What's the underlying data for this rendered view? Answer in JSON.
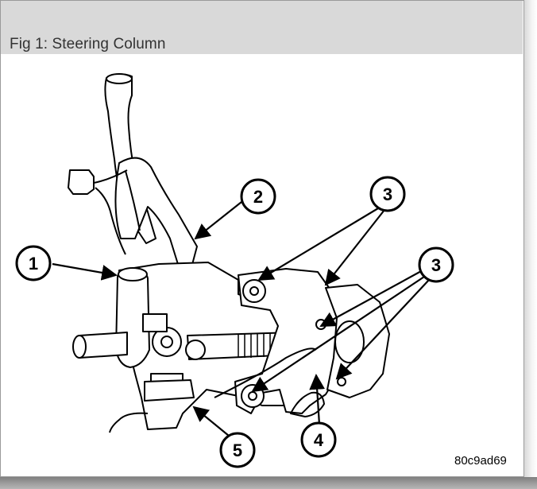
{
  "figure": {
    "title": "Fig 1: Steering Column",
    "code": "80c9ad69"
  },
  "callouts": [
    {
      "id": "1",
      "label": "1"
    },
    {
      "id": "2",
      "label": "2"
    },
    {
      "id": "3a",
      "label": "3"
    },
    {
      "id": "3b",
      "label": "3"
    },
    {
      "id": "4",
      "label": "4"
    },
    {
      "id": "5",
      "label": "5"
    }
  ]
}
